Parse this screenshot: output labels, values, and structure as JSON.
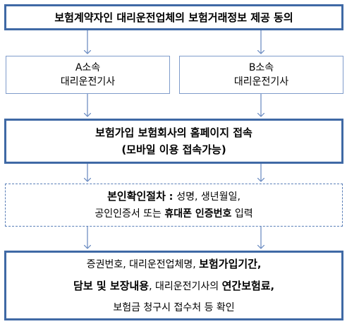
{
  "top_box": {
    "title": "보험계약자인 대리운전업체의 보험거래정보 제공 동의"
  },
  "agent_a": {
    "line1": "A소속",
    "line2": "대리운전기사"
  },
  "agent_b": {
    "line1": "B소속",
    "line2": "대리운전기사"
  },
  "access_box": {
    "line1": "보험가입 보험회사의 홈페이지 접속",
    "line2": "(모바일 이용 접속가능)"
  },
  "verify_box": {
    "label": "본인확인절차",
    "colon": " : ",
    "line1_rest": "성명, 생년월일,",
    "line2_pre": "공인인증서 또는 ",
    "line2_bold": "휴대폰 인증번호",
    "line2_post": " 입력"
  },
  "info_box": {
    "l1_a": "증권번호, 대리운전업체명, ",
    "l1_b": "보험가입기간",
    "l1_c": ",",
    "l2_a": "담보 및 보장내용",
    "l2_b": ", 대리운전기사의 ",
    "l2_c": "연간보험료",
    "l2_d": ",",
    "l3": "보험금 청구시 접수처 등 확인"
  },
  "colors": {
    "border": "#3f69a5",
    "arrow": "#6f8fc4"
  }
}
